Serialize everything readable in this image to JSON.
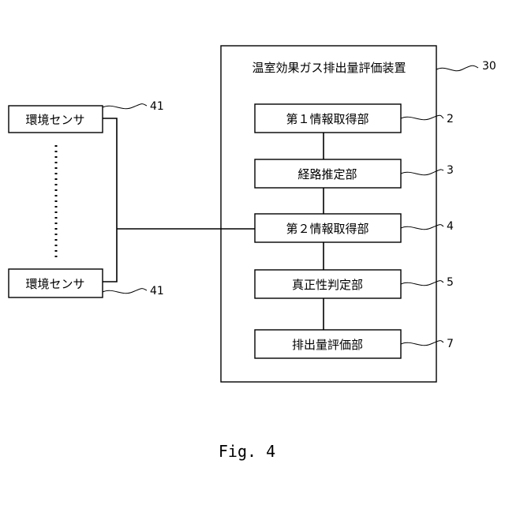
{
  "device": {
    "title": "温室効果ガス排出量評価装置",
    "ref": "30"
  },
  "units": [
    {
      "label": "第１情報取得部",
      "ref": "2"
    },
    {
      "label": "経路推定部",
      "ref": "3"
    },
    {
      "label": "第２情報取得部",
      "ref": "4"
    },
    {
      "label": "真正性判定部",
      "ref": "5"
    },
    {
      "label": "排出量評価部",
      "ref": "7"
    }
  ],
  "sensors": [
    {
      "label": "環境センサ",
      "ref": "41"
    },
    {
      "label": "環境センサ",
      "ref": "41"
    }
  ],
  "caption": "Fig. 4"
}
